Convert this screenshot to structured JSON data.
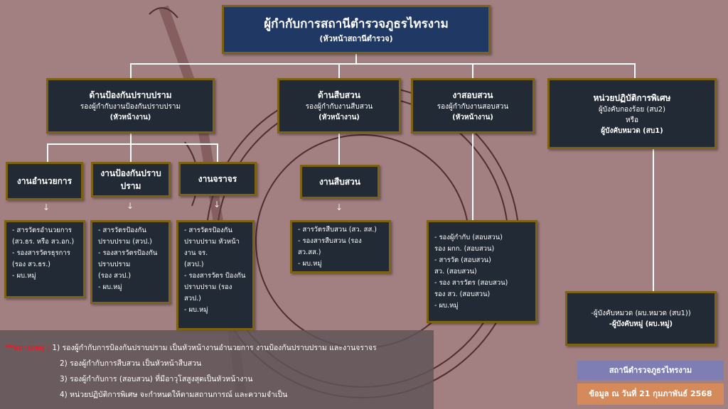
{
  "top": {
    "title": "ผู้กำกับการสถานีตำรวจภูธรไทรงาม",
    "subtitle": "(หัวหน้าสถานีตำรวจ)"
  },
  "l2": [
    {
      "title": "ด้านป้องกันปราบปราม",
      "line1": "รองผู้กำกับงานป้องกันปราบปราม",
      "line2": "(หัวหน้างาน)"
    },
    {
      "title": "ด้านสืบสวน",
      "line1": "รองผู้กำกับงานสืบสวน",
      "line2": "(หัวหน้างาน)"
    },
    {
      "title": "งาสอบสวน",
      "line1": "รองผู้กำกับงานสอบสวน",
      "line2": "(หัวหน้างาน)"
    },
    {
      "title": "หน่วยปฏิบัติการพิเศษ",
      "line1": "ผู้บังคับกองร้อย (สบ2)",
      "line2": "หรือ",
      "line3": "ผู้บังคับหมวด (สบ1)"
    }
  ],
  "l3": [
    "งานอำนวยการ",
    "งานป้องกันปราบปราม",
    "งานจราจร",
    "งานสืบสวน"
  ],
  "l4": [
    [
      "- สารวัตรอำนวยการ",
      "(สว.ธร. หรือ สว.อก.)",
      "- รองสารวัตรธุรการ",
      "(รอง สว.ธร.)",
      "- ผบ.หมู่"
    ],
    [
      "- สารวัตรป้องกัน",
      "ปราบปราม (สวป.)",
      "- รองสารวัตรป้องกัน",
      "ปราบปราม",
      "(รอง สวป.)",
      "- ผบ.หมู่"
    ],
    [
      "- สารวัตรป้องกัน",
      "ปราบปราม หัวหน้า",
      "งาน จร.",
      "(สวป.)",
      "- รองสารวัตร ป้องกัน",
      "ปราบปราม (รอง",
      "สวป.)",
      "- ผบ.หมู่"
    ],
    [
      "- สารวัตรสืบสวน (สว. สส.)",
      "- รองสารสืบสวน (รอง สว.สส.)",
      "- ผบ.หมู่"
    ],
    [
      "- รองผู้กำกับ (สอบสวน)",
      "รอง ผกก. (สอบสวน)",
      "- สารวัต (สอบสวน)",
      "สว. (สอบสวน)",
      "- รอง สารวัตร (สอบสวน)",
      "รอง สว. (สอบสวน)",
      "- ผบ.หมู่"
    ],
    [
      "-ผู้บังคับหมวด (ผบ.หมวด (สบ1))",
      "-ผู้บังคับหมู่ (ผบ.หมู่)"
    ]
  ],
  "note": {
    "label": "**หมายเหตุ :",
    "items": [
      "1) รองผู้กำกับการป้องกันปราบปราม เป็นหัวหน้างานอำนวยการ งานป้องกันปราบปราม และงานจราจร",
      "2) รองผู้กำกับการสืบสวน เป็นหัวหน้าสืบสวน",
      "3) รองผู้กำกับการ (สอบสวน) ที่มีอาวุโสสูงสุดเป็นหัวหน้างาน",
      "4) หน่วยปฏิบัติการพิเศษ จะกำหนดให้ตามสถานการณ์ และความจำเป็น"
    ]
  },
  "footer": {
    "station": "สถานีตำรวจภูธรไทรงาม",
    "date": "ข้อมูล ณ วันที่ 21 กุมภาพันธ์ 2568"
  },
  "colors": {
    "bg": "#a27f80",
    "box": "#222a35",
    "border": "#7c6212",
    "top": "#1f3864",
    "purple": "#7e7eb4",
    "orange": "#d58a5c"
  }
}
